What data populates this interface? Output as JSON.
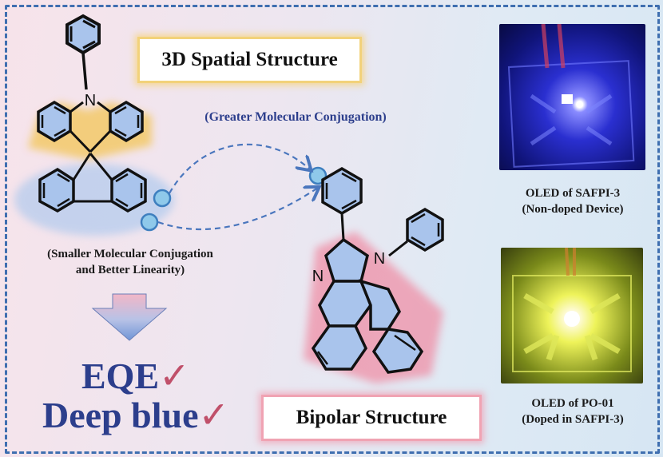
{
  "labels": {
    "spatial_structure": "3D Spatial Structure",
    "bipolar_structure": "Bipolar Structure",
    "greater_conjugation": "(Greater Molecular Conjugation)",
    "smaller_conjugation_line1": "(Smaller Molecular Conjugation",
    "smaller_conjugation_line2": "and Better Linearity)",
    "eqe": "EQE",
    "deep_blue": "Deep blue",
    "check_mark": "✓"
  },
  "molecule": {
    "n_top": "N",
    "n_imid1": "N",
    "n_imid2": "N"
  },
  "oled_photos": [
    {
      "caption_line1": "OLED of SAFPI-3",
      "caption_line2": "(Non-doped Device)",
      "emission_color": "#3a3cff"
    },
    {
      "caption_line1": "OLED of PO-01",
      "caption_line2": "(Doped in SAFPI-3)",
      "emission_color": "#e8f04a"
    }
  ],
  "colors": {
    "frame": "#3f6fb0",
    "highlight_yellow": "#f2d27a",
    "highlight_pink": "#f0a3b3",
    "ring_fill": "#a9c4ec",
    "text_blue": "#2c3e8c",
    "check": "#c0506a"
  }
}
